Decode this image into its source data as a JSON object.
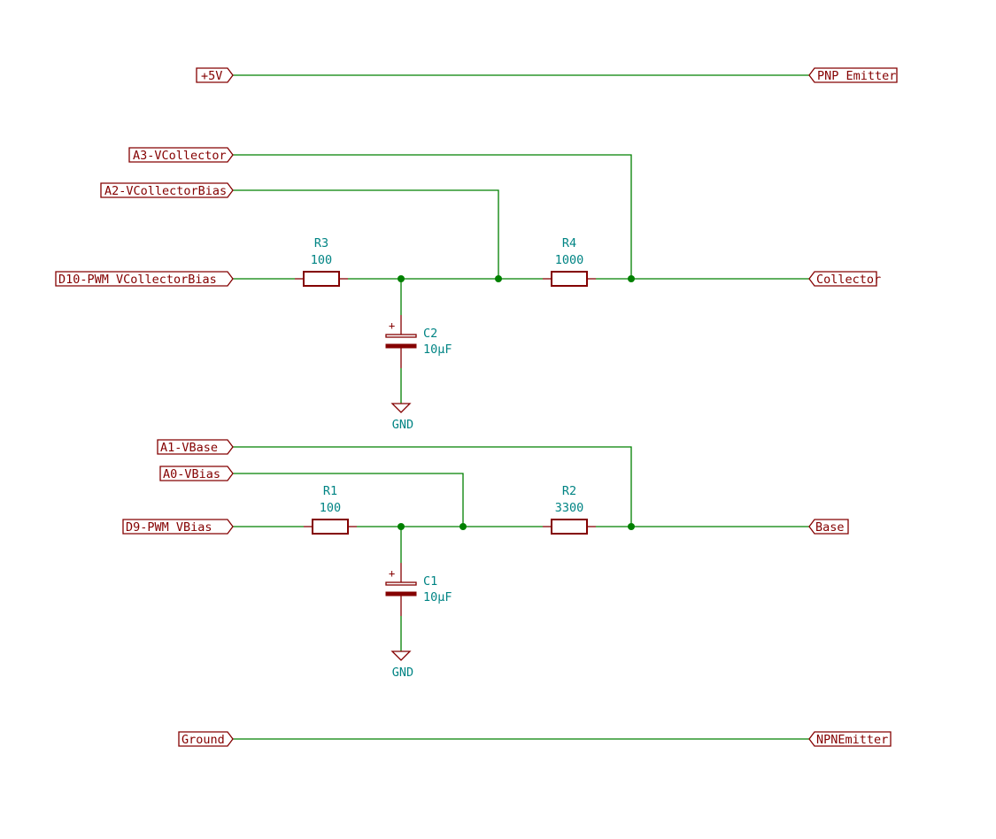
{
  "labels": {
    "plus5v": "+5V",
    "pnp_emitter": "PNP_Emitter",
    "a3": "A3-VCollector",
    "a2": "A2-VCollectorBias",
    "d10": "D10-PWM_VCollectorBias",
    "collector": "Collector",
    "a1": "A1-VBase",
    "a0": "A0-VBias",
    "d9": "D9-PWM_VBias",
    "base": "Base",
    "ground": "Ground",
    "npn_emitter": "NPNEmitter"
  },
  "components": {
    "r3": {
      "ref": "R3",
      "value": "100"
    },
    "r4": {
      "ref": "R4",
      "value": "1000"
    },
    "r1": {
      "ref": "R1",
      "value": "100"
    },
    "r2": {
      "ref": "R2",
      "value": "3300"
    },
    "c2": {
      "ref": "C2",
      "value": "10µF",
      "polarity": "+"
    },
    "c1": {
      "ref": "C1",
      "value": "10µF",
      "polarity": "+"
    },
    "gnd_top": "GND",
    "gnd_bottom": "GND"
  },
  "colors": {
    "wire": "#008000",
    "symbol": "#840000",
    "component_text": "#008484"
  }
}
